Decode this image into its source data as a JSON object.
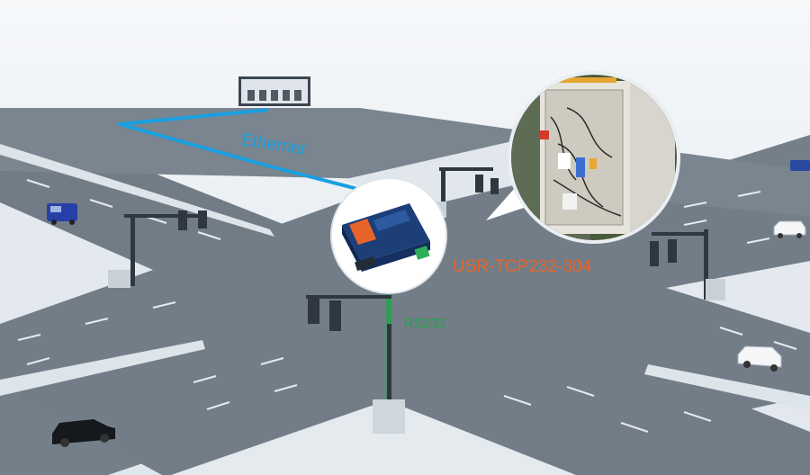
{
  "labels": {
    "ethernet": "Ethernet",
    "device_model": "USR-TCP232-304",
    "serial": "RS232"
  },
  "colors": {
    "ethernet_line": "#1a9fe0",
    "ethernet_text": "#1a9fe0",
    "device_text": "#e8632a",
    "rs232_line": "#1fa64a",
    "rs232_text": "#1fa64a",
    "road": "#717c86",
    "sidewalk": "#dfe6ec",
    "sky": "#eef2f6"
  },
  "icons": [
    "server-room-icon",
    "serial-device-server-icon",
    "control-cabinet-icon",
    "traffic-light-icon",
    "car-icon",
    "van-icon"
  ]
}
